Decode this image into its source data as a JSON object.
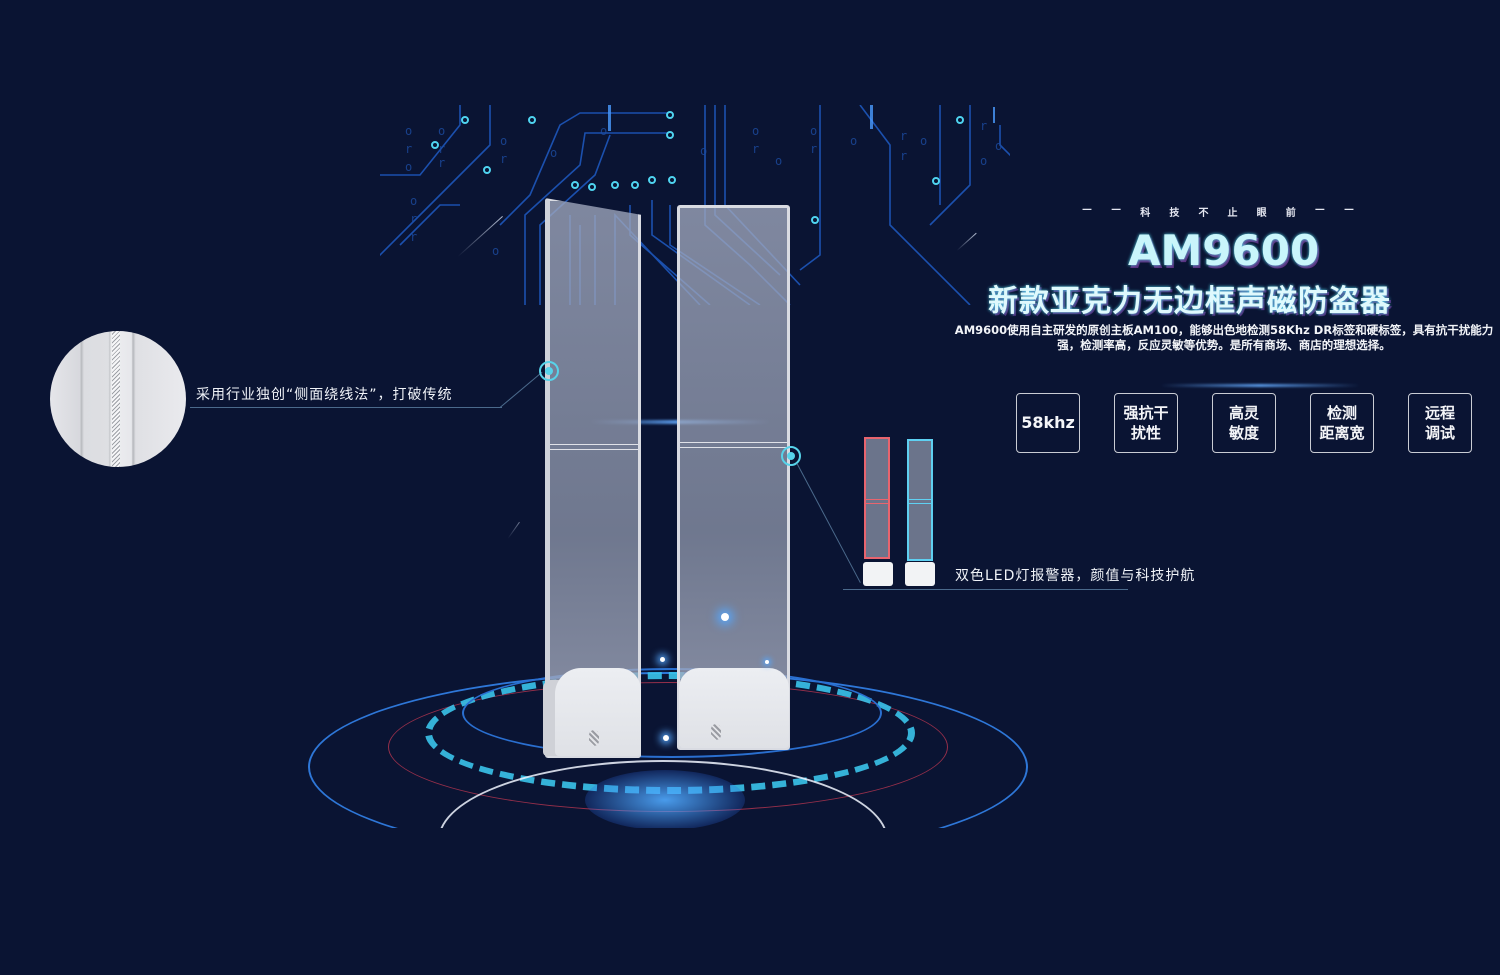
{
  "hero": {
    "tagline": [
      "—",
      "—",
      "科",
      "技",
      "不",
      "止",
      "眼",
      "前",
      "—",
      "—"
    ],
    "model": "AM9600",
    "subtitle": "新款亚克力无边框声磁防盗器",
    "description": "AM9600使用自主研发的原创主板AM100，能够出色地检测58Khz DR标签和硬标签，具有抗干扰能力强，检测率高，反应灵敏等优势。是所有商场、商店的理想选择。"
  },
  "features": [
    {
      "label": "58khz"
    },
    {
      "label": "强抗干\n扰性"
    },
    {
      "label": "高灵\n敏度"
    },
    {
      "label": "检测\n距离宽"
    },
    {
      "label": "远程\n调试"
    }
  ],
  "callouts": {
    "left": {
      "text": "采用行业独创“侧面绕线法”，打破传统"
    },
    "right": {
      "text": "双色LED灯报警器，颜值与科技护航"
    }
  },
  "colors": {
    "background": "#0a1433",
    "accent_cyan": "#57d3ea",
    "accent_purple": "#5a2e7e",
    "led_red": "#e8646e",
    "led_blue": "#5fd0f2"
  },
  "icons": {
    "hotspot_left": "hotspot-marker-icon",
    "hotspot_right": "hotspot-marker-icon"
  }
}
